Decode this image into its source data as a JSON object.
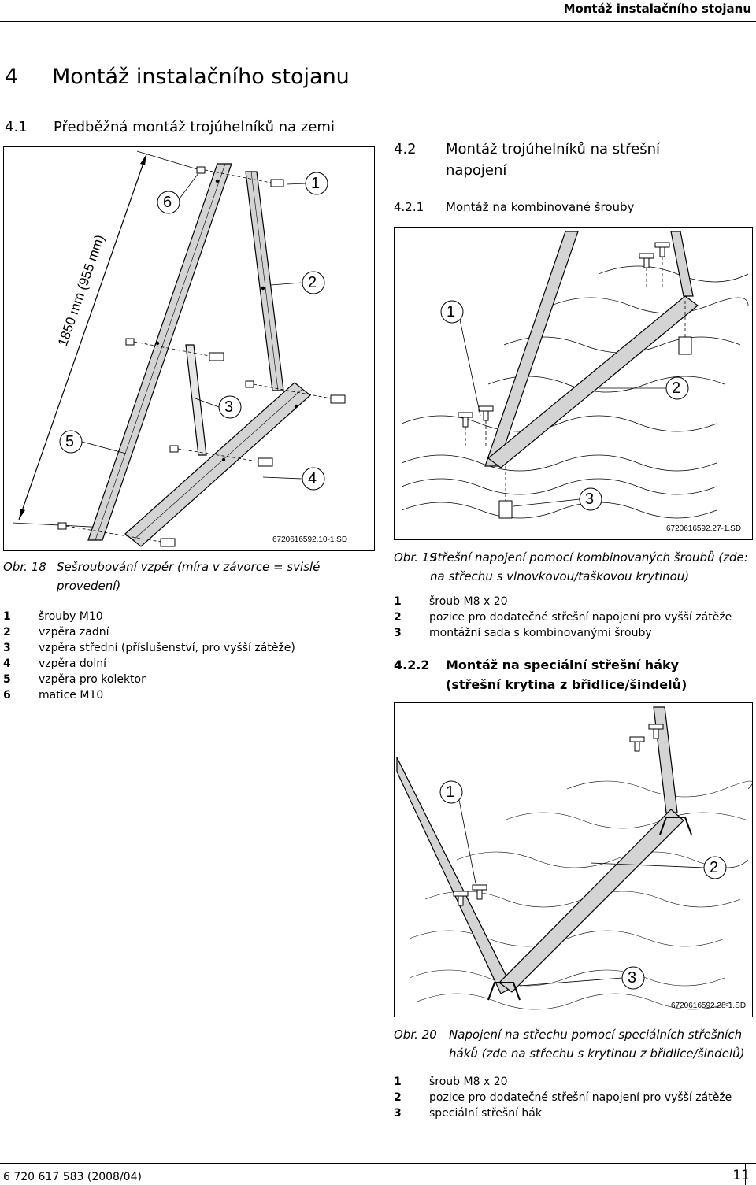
{
  "header": {
    "title": "Montáž instalačního stojanu"
  },
  "chapter": {
    "number": "4",
    "title": "Montáž instalačního stojanu"
  },
  "section_4_1": {
    "number": "4.1",
    "title": "Předběžná montáž trojúhelníků na zemi"
  },
  "section_4_2": {
    "number": "4.2",
    "title": "Montáž trojúhelníků na střešní napojení"
  },
  "section_4_2_1": {
    "number": "4.2.1",
    "title": "Montáž na kombinované šrouby"
  },
  "section_4_2_2": {
    "number": "4.2.2",
    "title": "Montáž na speciální střešní háky (střešní krytina z břidlice/šindelů)"
  },
  "fig18": {
    "code": "6720616592.10-1.SD",
    "dimension": "1850 mm (955 mm)",
    "callouts": [
      "1",
      "2",
      "3",
      "4",
      "5",
      "6"
    ],
    "caption_prefix": "Obr. 18",
    "caption": "Sešroubování vzpěr (míra v závorce = svislé provedení)",
    "legend": [
      {
        "n": "1",
        "t": "šrouby M10"
      },
      {
        "n": "2",
        "t": "vzpěra zadní"
      },
      {
        "n": "3",
        "t": "vzpěra střední (příslušenství, pro vyšší zátěže)"
      },
      {
        "n": "4",
        "t": "vzpěra dolní"
      },
      {
        "n": "5",
        "t": "vzpěra pro kolektor"
      },
      {
        "n": "6",
        "t": "matice M10"
      }
    ]
  },
  "fig19": {
    "code": "6720616592.27-1.SD",
    "callouts": [
      "1",
      "2",
      "3"
    ],
    "caption_prefix": "Obr. 19",
    "caption": "Střešní napojení pomocí kombinovaných šroubů (zde: na střechu s vlnovkovou/taškovou krytinou)",
    "legend": [
      {
        "n": "1",
        "t": "šroub M8 x 20"
      },
      {
        "n": "2",
        "t": "pozice pro dodatečné střešní napojení pro vyšší zátěže"
      },
      {
        "n": "3",
        "t": "montážní sada s kombinovanými šrouby"
      }
    ]
  },
  "fig20": {
    "code": "6720616592.28-1.SD",
    "callouts": [
      "1",
      "2",
      "3"
    ],
    "caption_prefix": "Obr. 20",
    "caption": "Napojení na střechu pomocí speciálních střešních háků (zde na střechu s krytinou z břidlice/šindelů)",
    "legend": [
      {
        "n": "1",
        "t": "šroub M8 x 20"
      },
      {
        "n": "2",
        "t": "pozice pro dodatečné střešní napojení pro vyšší zátěže"
      },
      {
        "n": "3",
        "t": "speciální střešní hák"
      }
    ]
  },
  "footer": {
    "doc": "6 720 617 583 (2008/04)",
    "page": "11"
  }
}
